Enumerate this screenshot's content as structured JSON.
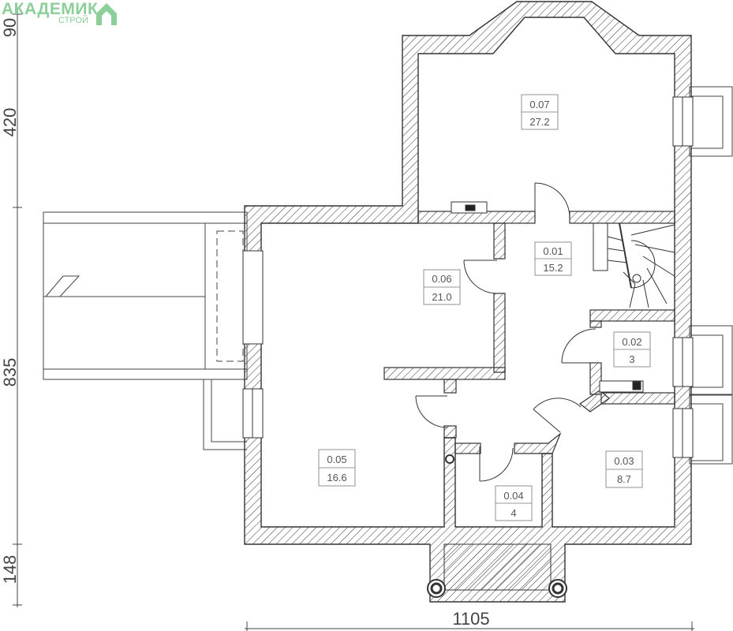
{
  "logo": {
    "name": "АКАДЕМИК",
    "sub": "СТРОЙ",
    "color": "#8ccf9a"
  },
  "dimensions": {
    "left": [
      "90",
      "420",
      "835",
      "148"
    ],
    "bottom": "1105"
  },
  "rooms": [
    {
      "id": "0.07",
      "area": "27.2"
    },
    {
      "id": "0.01",
      "area": "15.2"
    },
    {
      "id": "0.06",
      "area": "21.0"
    },
    {
      "id": "0.02",
      "area": "3"
    },
    {
      "id": "0.05",
      "area": "16.6"
    },
    {
      "id": "0.03",
      "area": "8.7"
    },
    {
      "id": "0.04",
      "area": "4"
    }
  ],
  "colors": {
    "wall": "#333333",
    "line": "#444444",
    "hatch": "#333333",
    "logo": "#8ccf9a"
  }
}
